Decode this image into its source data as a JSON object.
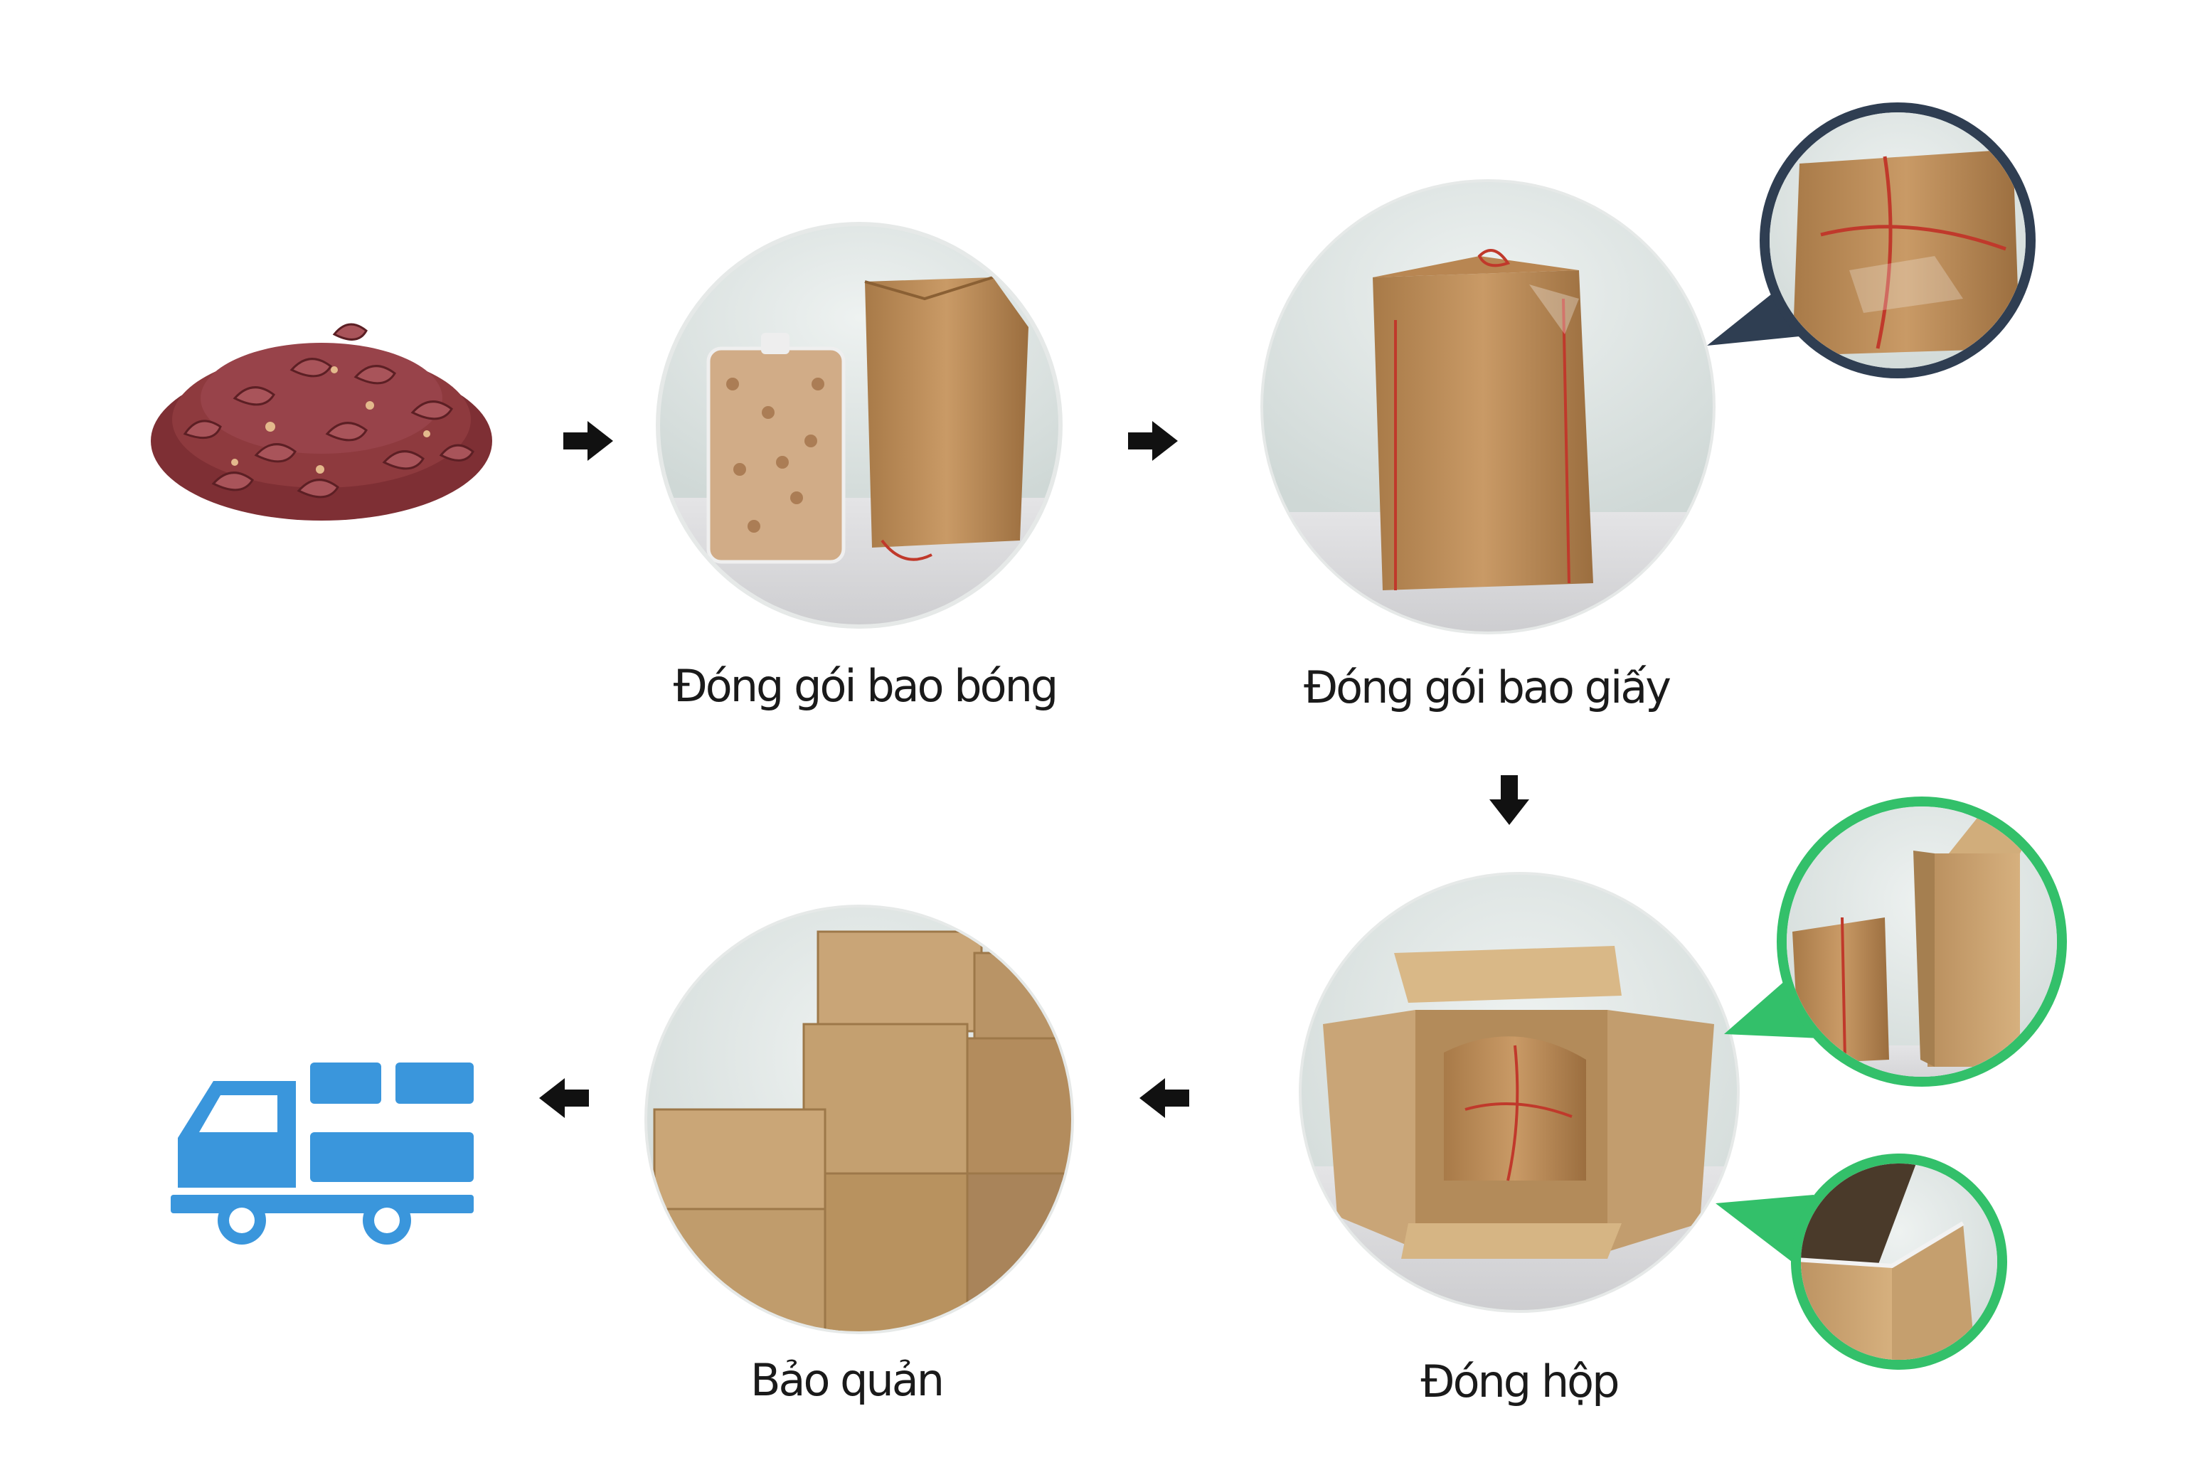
{
  "steps": [
    {
      "id": "raw-cashews",
      "label": ""
    },
    {
      "id": "plastic-bag-packing",
      "label": "Đóng gói bao bóng"
    },
    {
      "id": "paper-bag-packing",
      "label": "Đóng gói bao giấy"
    },
    {
      "id": "boxing",
      "label": "Đóng hộp"
    },
    {
      "id": "storage",
      "label": "Bảo quản"
    },
    {
      "id": "delivery",
      "label": ""
    }
  ],
  "icons": {
    "arrow": "arrow-icon",
    "truck": "delivery-truck-icon"
  },
  "colors": {
    "truck": "#3a96dc",
    "callout_dark": "#2f3e52",
    "callout_green": "#33c06a",
    "arrow": "#111111",
    "label_text": "#1a1a1a",
    "cardboard": "#c9a577",
    "kraft_paper": "#b98e5c",
    "cashew": "#8e3a3e",
    "photo_wall": "#d9e1df"
  }
}
